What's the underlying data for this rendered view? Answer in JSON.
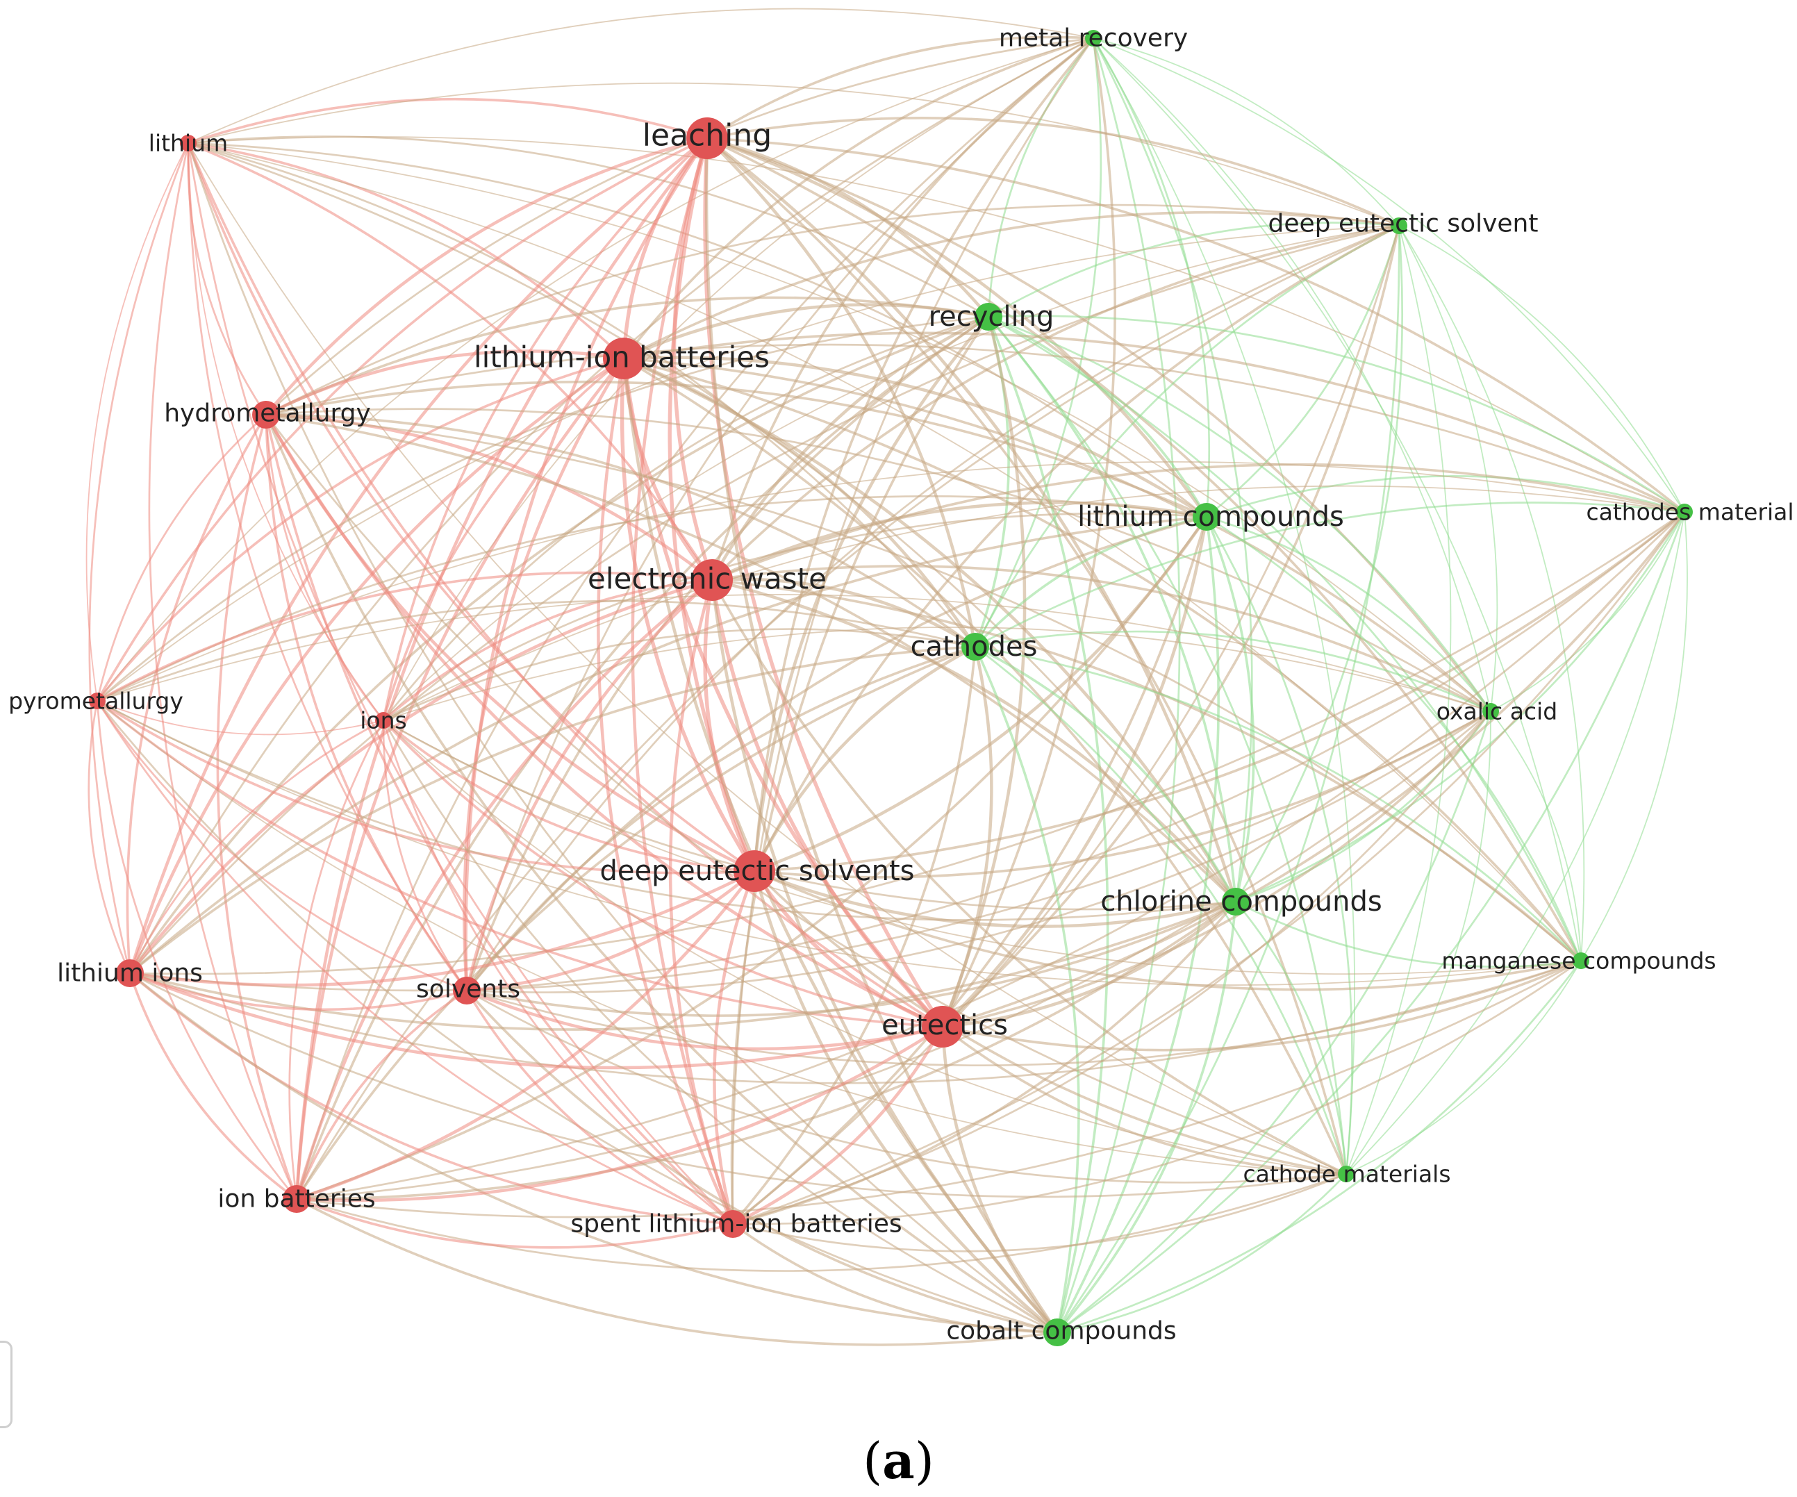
{
  "figure": {
    "caption_open": "(",
    "caption_letter": "a",
    "caption_close": ")"
  },
  "colors": {
    "cluster_red": "#e05454",
    "cluster_green": "#45c045",
    "edge_red": "#ef8b80",
    "edge_green": "#8fdc8f",
    "edge_mixed": "#c7a883"
  },
  "nodes": [
    {
      "id": "metal-recovery",
      "label": "metal recovery",
      "cluster": "green",
      "size": "small"
    },
    {
      "id": "lithium",
      "label": "lithium",
      "cluster": "red",
      "size": "small"
    },
    {
      "id": "leaching",
      "label": "leaching",
      "cluster": "red",
      "size": "large"
    },
    {
      "id": "deep-eutectic-solvent",
      "label": "deep eutectic solvent",
      "cluster": "green",
      "size": "small"
    },
    {
      "id": "recycling",
      "label": "recycling",
      "cluster": "green",
      "size": "medium"
    },
    {
      "id": "lithium-ion-batteries",
      "label": "lithium-ion batteries",
      "cluster": "red",
      "size": "large"
    },
    {
      "id": "hydrometallurgy",
      "label": "hydrometallurgy",
      "cluster": "red",
      "size": "medium"
    },
    {
      "id": "lithium-compounds",
      "label": "lithium compounds",
      "cluster": "green",
      "size": "medium"
    },
    {
      "id": "cathodes-material",
      "label": "cathodes material",
      "cluster": "green",
      "size": "small"
    },
    {
      "id": "electronic-waste",
      "label": "electronic waste",
      "cluster": "red",
      "size": "large"
    },
    {
      "id": "cathodes",
      "label": "cathodes",
      "cluster": "green",
      "size": "medium"
    },
    {
      "id": "pyrometallurgy",
      "label": "pyrometallurgy",
      "cluster": "red",
      "size": "small"
    },
    {
      "id": "ions",
      "label": "ions",
      "cluster": "red",
      "size": "small"
    },
    {
      "id": "oxalic-acid",
      "label": "oxalic acid",
      "cluster": "green",
      "size": "small"
    },
    {
      "id": "deep-eutectic-solvents",
      "label": "deep eutectic solvents",
      "cluster": "red",
      "size": "large"
    },
    {
      "id": "chlorine-compounds",
      "label": "chlorine compounds",
      "cluster": "green",
      "size": "medium"
    },
    {
      "id": "manganese-compounds",
      "label": "manganese compounds",
      "cluster": "green",
      "size": "small"
    },
    {
      "id": "lithium-ions",
      "label": "lithium ions",
      "cluster": "red",
      "size": "medium"
    },
    {
      "id": "solvents",
      "label": "solvents",
      "cluster": "red",
      "size": "medium"
    },
    {
      "id": "eutectics",
      "label": "eutectics",
      "cluster": "red",
      "size": "large"
    },
    {
      "id": "cathode-materials",
      "label": "cathode materials",
      "cluster": "green",
      "size": "small"
    },
    {
      "id": "ion-batteries",
      "label": "ion batteries",
      "cluster": "red",
      "size": "medium"
    },
    {
      "id": "spent-lithium-ion-batteries",
      "label": "spent lithium-ion batteries",
      "cluster": "red",
      "size": "medium"
    },
    {
      "id": "cobalt-compounds",
      "label": "cobalt compounds",
      "cluster": "green",
      "size": "medium"
    }
  ],
  "edges": "all-pairs"
}
